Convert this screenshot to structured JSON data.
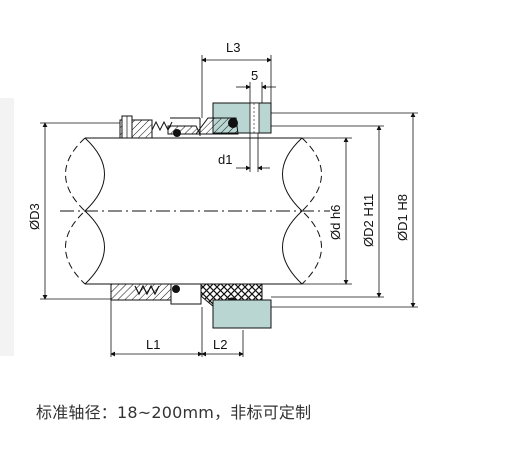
{
  "drawing": {
    "dimensions": {
      "L1": "L1",
      "L2": "L2",
      "L3": "L3",
      "five": "5",
      "d1": "d1",
      "D3": "ØD3",
      "d_h6": "Ød h6",
      "D2_H11": "ØD2 H11",
      "D1_H8": "ØD1 H8"
    },
    "colors": {
      "seat_fill": "#b9d6d3",
      "line": "#111111",
      "oring": "#111111",
      "hatch_light": "#dddddd"
    }
  },
  "caption": "标准轴径：18~200mm，非标可定制"
}
